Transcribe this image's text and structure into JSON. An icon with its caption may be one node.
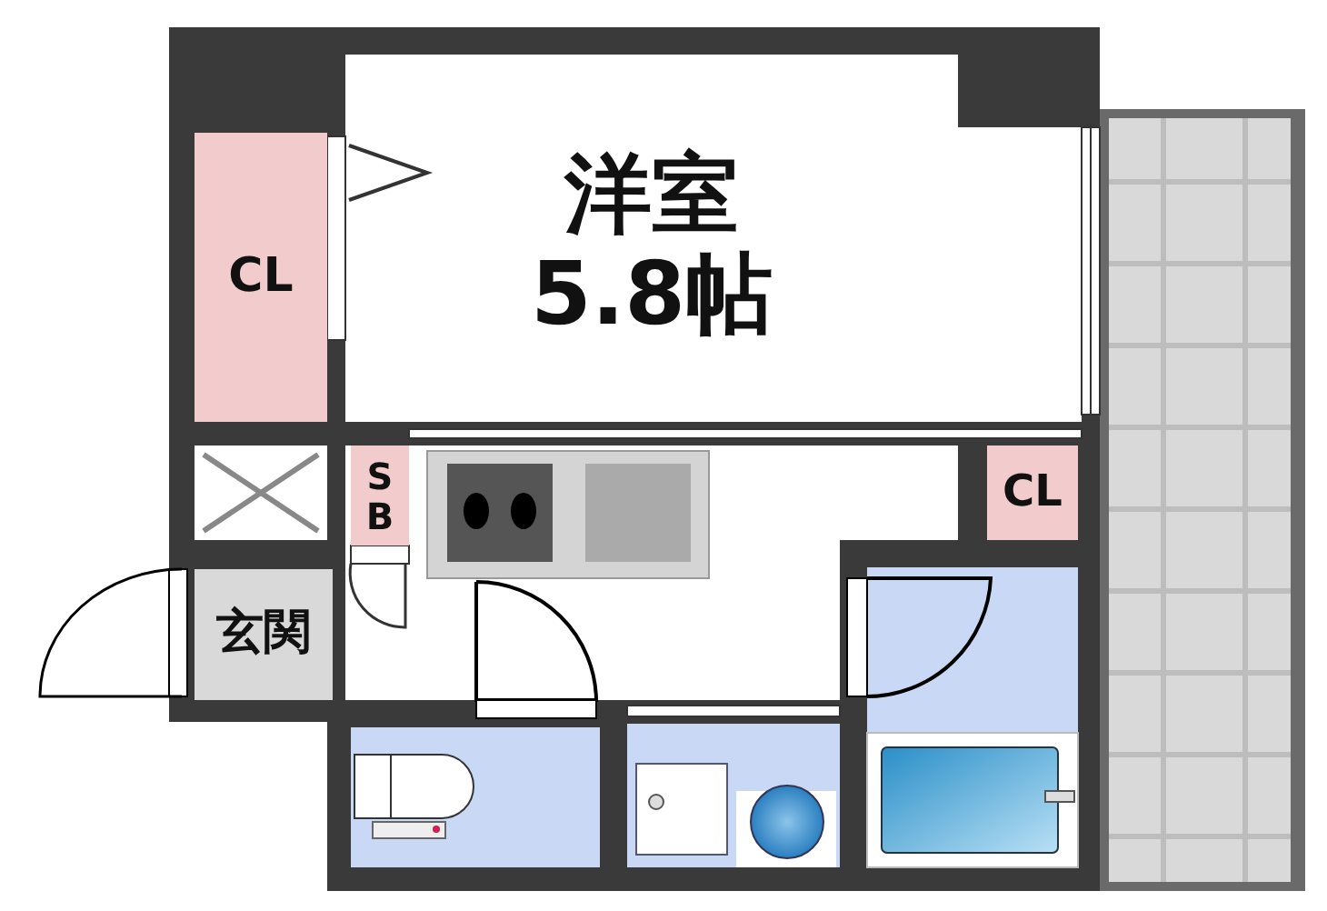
{
  "diagram": {
    "nodes": [
      {
        "text": [
          "洋室",
          "5.8帖"
        ]
      },
      {
        "text": [
          "CL"
        ]
      },
      {
        "text": [
          "SB"
        ]
      },
      {
        "text": [
          "CL"
        ]
      },
      {
        "text": [
          "玄関"
        ]
      }
    ]
  }
}
